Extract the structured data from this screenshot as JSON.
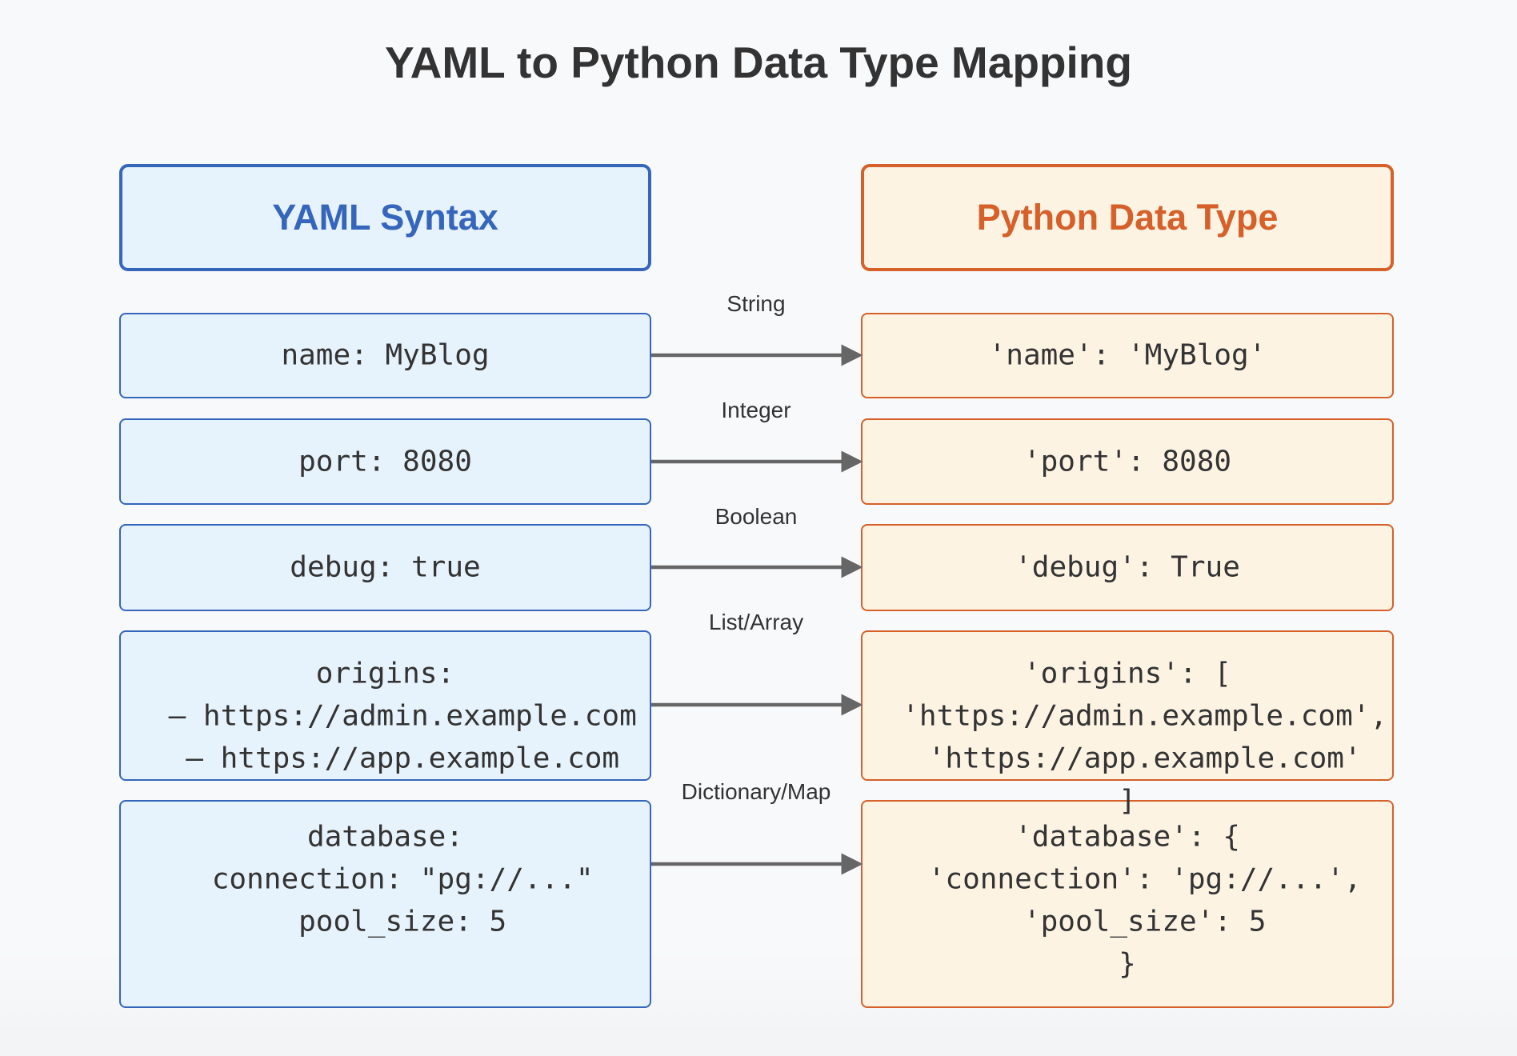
{
  "title": "YAML to Python Data Type Mapping",
  "headers": {
    "yaml": "YAML Syntax",
    "python": "Python Data Type"
  },
  "colors": {
    "yaml_border": "#3566bb",
    "yaml_fill": "#e6f2fc",
    "python_border": "#d6602a",
    "python_fill": "#fdf3e3",
    "arrow": "#666666",
    "text": "#333333"
  },
  "mappings": [
    {
      "type": "String",
      "yaml": [
        "name: MyBlog"
      ],
      "python": [
        "'name': 'MyBlog'"
      ]
    },
    {
      "type": "Integer",
      "yaml": [
        "port: 8080"
      ],
      "python": [
        "'port': 8080"
      ]
    },
    {
      "type": "Boolean",
      "yaml": [
        "debug: true"
      ],
      "python": [
        "'debug': True"
      ]
    },
    {
      "type": "List/Array",
      "yaml": [
        "origins:",
        "  – https://admin.example.com",
        "  – https://app.example.com"
      ],
      "python": [
        "'origins': [",
        "  'https://admin.example.com',",
        "  'https://app.example.com'",
        "]"
      ]
    },
    {
      "type": "Dictionary/Map",
      "yaml": [
        "database:",
        "  connection: \"pg://...\"",
        "  pool_size: 5"
      ],
      "python": [
        "'database': {",
        "  'connection': 'pg://...',",
        "  'pool_size': 5",
        "}"
      ]
    }
  ]
}
